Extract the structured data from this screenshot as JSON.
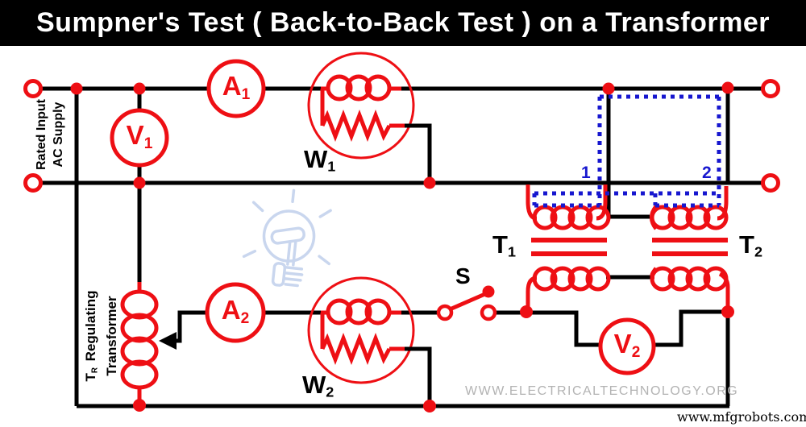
{
  "title": "Sumpner's Test ( Back-to-Back Test ) on a Transformer",
  "supply": {
    "line1": "Rated Input",
    "line2": "AC Supply"
  },
  "meters": {
    "a1": {
      "main": "A",
      "sub": "1"
    },
    "v1": {
      "main": "V",
      "sub": "1"
    },
    "w1": {
      "main": "W",
      "sub": "1"
    },
    "a2": {
      "main": "A",
      "sub": "2"
    },
    "w2": {
      "main": "W",
      "sub": "2"
    },
    "v2": {
      "main": "V",
      "sub": "2"
    }
  },
  "transformers": {
    "t1": {
      "main": "T",
      "sub": "1"
    },
    "t2": {
      "main": "T",
      "sub": "2"
    }
  },
  "switch_label": "S",
  "polarity": {
    "p1": "1",
    "p2": "2"
  },
  "regulator": {
    "main": "T",
    "sub": "R",
    "rest": "Regulating",
    "line2": "Transformer"
  },
  "watermarks": {
    "site": "WWW.ELECTRICALTECHNOLOGY.ORG",
    "footer": "www.mfgrobots.com"
  },
  "colors": {
    "wire": "#000000",
    "component": "#ee0f14",
    "annotation": "#1717cf",
    "watermark": "#b3b3b3",
    "bulb": "#c9d6ee",
    "title_bg": "#000000",
    "title_fg": "#ffffff"
  }
}
